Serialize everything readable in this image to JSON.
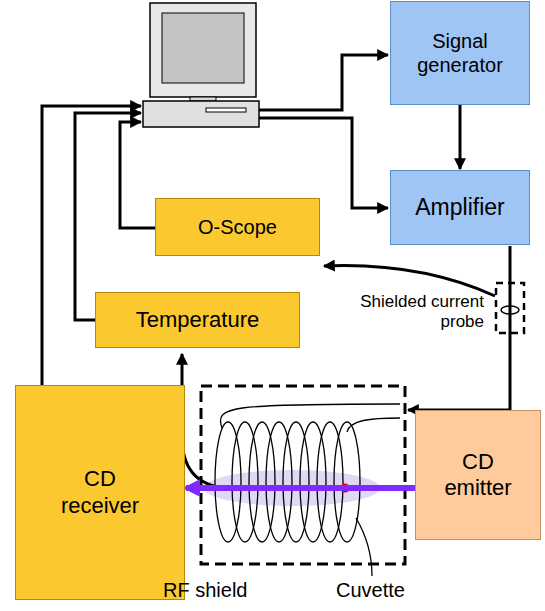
{
  "diagram": {
    "nodes": [
      {
        "text": [
          "Signal generator"
        ]
      },
      {
        "text": [
          "Amplifier"
        ]
      },
      {
        "text": [
          "O-Scope"
        ]
      },
      {
        "text": [
          "Temperature"
        ]
      },
      {
        "text": [
          "CD receiver"
        ]
      },
      {
        "text": [
          "CD emitter"
        ]
      }
    ],
    "edges": [
      {
        "from": 0,
        "to": 1,
        "arrow": "to"
      },
      {
        "from": 5,
        "to": 4,
        "arrow": "to"
      }
    ],
    "labels": [
      "Shielded current probe",
      "RF shield",
      "Cuvette"
    ]
  }
}
